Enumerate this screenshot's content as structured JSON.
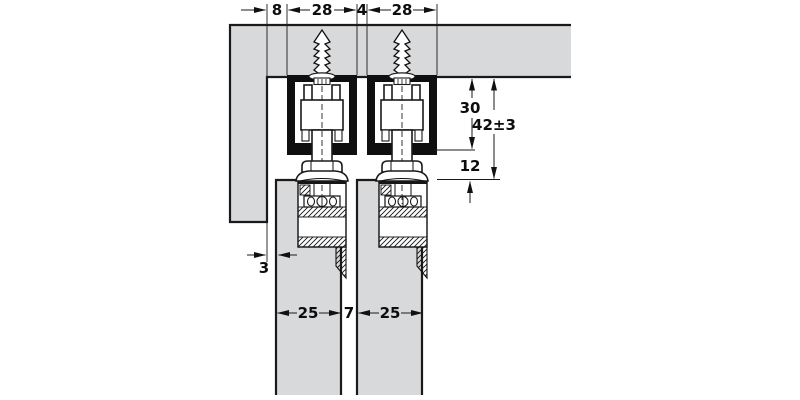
{
  "dims": {
    "top": [
      "8",
      "28",
      "4",
      "28"
    ],
    "right": {
      "upper": "30",
      "total": "42±3",
      "lower": "12"
    },
    "left": {
      "gap": "3"
    },
    "bottom": [
      "25",
      "7",
      "25"
    ]
  },
  "colors": {
    "panel": "#d8d9db",
    "track": "#0f0f0f",
    "line": "#1a1a1a",
    "bg": "#ffffff"
  }
}
